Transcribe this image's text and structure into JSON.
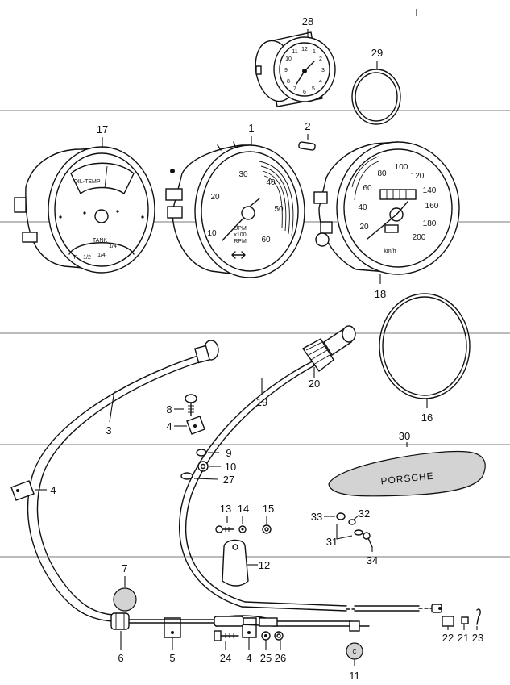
{
  "callouts": {
    "p1": "1",
    "p2": "2",
    "p3": "3",
    "p4a": "4",
    "p4b": "4",
    "p4c": "4",
    "p5": "5",
    "p6": "6",
    "p7": "7",
    "p8": "8",
    "p9": "9",
    "p10": "10",
    "p11": "11",
    "p12": "12",
    "p13": "13",
    "p14": "14",
    "p15": "15",
    "p16": "16",
    "p17": "17",
    "p18": "18",
    "p19": "19",
    "p20": "20",
    "p21": "21",
    "p22": "22",
    "p23": "23",
    "p24": "24",
    "p25": "25",
    "p26": "26",
    "p27": "27",
    "p28": "28",
    "p29": "29",
    "p30": "30",
    "p31": "31",
    "p32": "32",
    "p33": "33",
    "p34": "34"
  },
  "tachometer": {
    "scale": [
      "10",
      "20",
      "30",
      "40",
      "50",
      "60"
    ],
    "legend_lines": [
      "UPM",
      "x100",
      "RPM"
    ]
  },
  "speedometer": {
    "scale": [
      "20",
      "40",
      "60",
      "80",
      "100",
      "120",
      "140",
      "160",
      "180",
      "200"
    ],
    "unit": "km/h"
  },
  "combination_gauge": {
    "oil_label": "OIL-TEMP",
    "tank_label": "TANK",
    "fuel_marks": [
      "R",
      "1/2",
      "1/4",
      "1/4"
    ]
  },
  "clock": {
    "numerals": [
      "12",
      "1",
      "2",
      "3",
      "4",
      "5",
      "6",
      "7",
      "8",
      "9",
      "10",
      "11"
    ]
  },
  "badge": {
    "text": "PORSCHE"
  },
  "cap": {
    "text": "C"
  }
}
